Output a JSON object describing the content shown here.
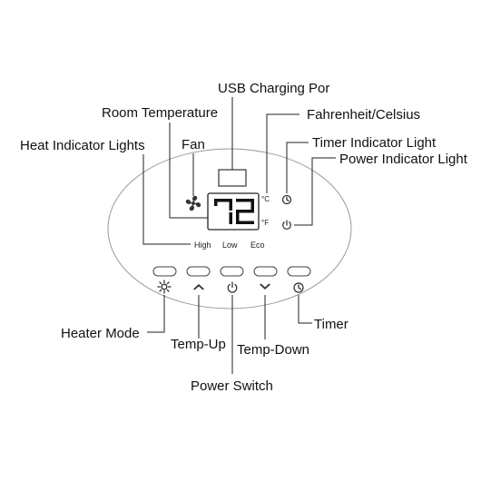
{
  "callouts": {
    "usb_charging_port": "USB Charging Por",
    "room_temperature": "Room Temperature",
    "fahrenheit_celsius": "Fahrenheit/Celsius",
    "heat_indicator_lights": "Heat Indicator Lights",
    "fan": "Fan",
    "timer_indicator_light": "Timer Indicator Light",
    "power_indicator_light": "Power Indicator Light",
    "heater_mode": "Heater Mode",
    "temp_up": "Temp-Up",
    "temp_down": "Temp-Down",
    "power_switch": "Power Switch",
    "timer": "Timer"
  },
  "panel": {
    "display_value": "72",
    "unit_celsius": "°C",
    "unit_fahrenheit": "°F",
    "heat_levels": [
      "High",
      "Low",
      "Eco"
    ]
  },
  "icons": {
    "fan": "fan-icon",
    "timer_indicator": "clock-icon",
    "power_indicator": "power-icon",
    "heater_mode_button": "sun-icon",
    "temp_up_button": "chevron-up-icon",
    "power_button": "power-icon",
    "temp_down_button": "chevron-down-icon",
    "timer_button": "clock-icon"
  },
  "colors": {
    "line": "#222222",
    "panel_outline": "#9a9a9a"
  }
}
